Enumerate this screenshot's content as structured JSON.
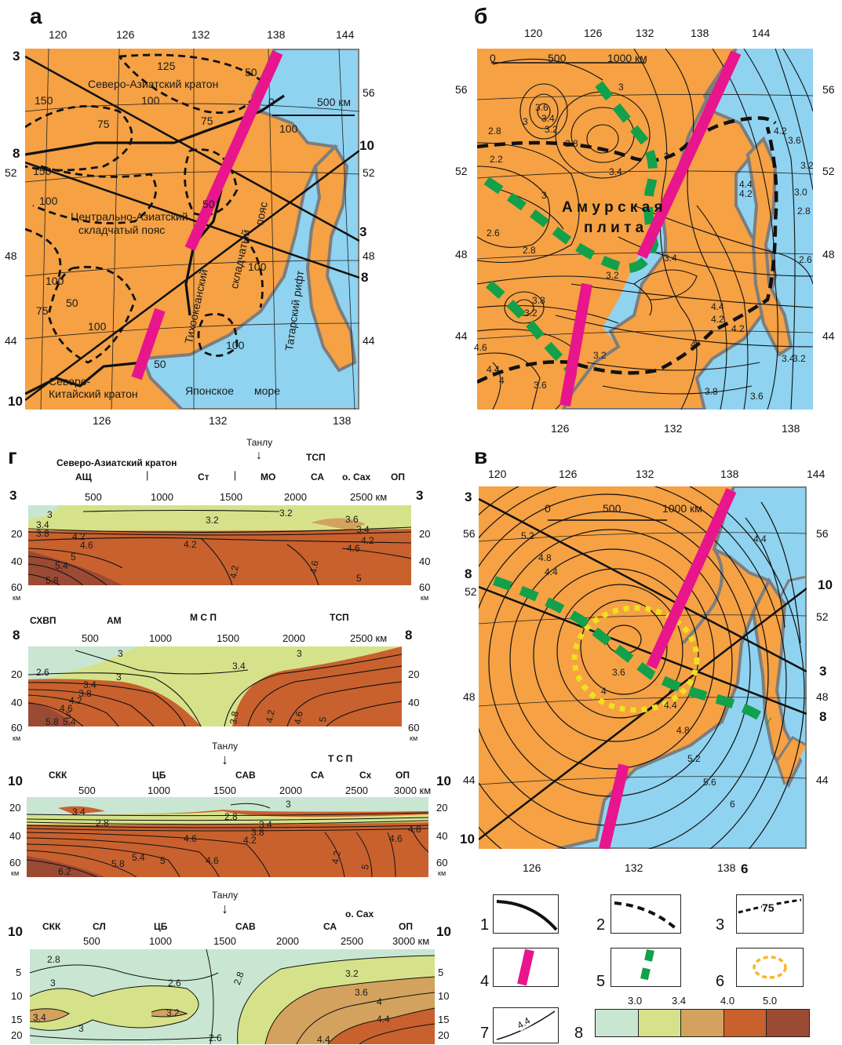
{
  "panels": {
    "a": {
      "letter": "а",
      "lon_top": [
        "120",
        "126",
        "132",
        "138",
        "144"
      ],
      "lon_bottom": [
        "126",
        "132",
        "138"
      ],
      "lat_left": [
        "52",
        "48",
        "44"
      ],
      "lat_right": [
        "56",
        "52",
        "48",
        "44"
      ],
      "profile_ends": {
        "p3": "3",
        "p8": "8",
        "p10": "10"
      },
      "scale": {
        "zero": "0",
        "end": "500 км"
      },
      "labels": {
        "nac": "Северо-Азиатский кратон",
        "cap1": "Центрально-Азиатский",
        "cap2": "складчатый пояс",
        "tsp1": "Тихоокеанский",
        "tsp2": "складчатый",
        "tsp3": "пояс",
        "tatar": "Татарский рифт",
        "nck1": "Северо-",
        "nck2": "Китайский кратон",
        "sea": "Японское",
        "sea2": "море"
      },
      "contours": [
        "125",
        "150",
        "100",
        "75",
        "50",
        "75",
        "150",
        "100",
        "100",
        "50",
        "75",
        "100",
        "100",
        "100",
        "50",
        "50",
        "100"
      ]
    },
    "b": {
      "letter": "б",
      "lon_top": [
        "120",
        "126",
        "132",
        "138",
        "144"
      ],
      "lon_bottom": [
        "126",
        "132",
        "138"
      ],
      "lat_left": [
        "56",
        "52",
        "48",
        "44"
      ],
      "lat_right": [
        "56",
        "52",
        "48",
        "44"
      ],
      "scale": {
        "zero": "0",
        "mid": "500",
        "end": "1000 км"
      },
      "labels": {
        "amur1": "А м у р с к а я",
        "amur2": "п л и т а"
      },
      "contours": [
        "3",
        "3.6",
        "3.4",
        "3.2",
        "2.8",
        "3",
        "2.8",
        "3.4",
        "3",
        "2.2",
        "2.6",
        "2.8",
        "3.2",
        "3",
        "3.4",
        "3.8",
        "3.2",
        "4.6",
        "4.4",
        "4",
        "3.6",
        "3.2",
        "4",
        "3.8",
        "4.4",
        "4.2",
        "4.2",
        "4.4",
        "4.2",
        "3.6",
        "3.2",
        "3.0",
        "2.8",
        "2.6",
        "3.2",
        "3.4",
        "3.6",
        "4.2"
      ]
    },
    "v": {
      "letter": "в",
      "lon_top": [
        "120",
        "126",
        "132",
        "138",
        "144"
      ],
      "lon_bottom": [
        "126",
        "132",
        "138"
      ],
      "lat_left": [
        "56",
        "52",
        "48",
        "44"
      ],
      "lat_right": [
        "56",
        "52",
        "48",
        "44"
      ],
      "profile_ends": {
        "p3": "3",
        "p8": "8",
        "p10": "10"
      },
      "scale": {
        "zero": "0",
        "mid": "500",
        "end": "1000 км"
      },
      "contours": [
        "5.2",
        "4.8",
        "4.4",
        "3.6",
        "4",
        "4.4",
        "4.8",
        "5.2",
        "5.6",
        "6",
        "4.4"
      ]
    },
    "g": {
      "letter": "г",
      "km": "км",
      "tanlu": "Танлу",
      "p3": {
        "end": "3",
        "head1": "Северо-Азиатский кратон",
        "segments": [
          "АЩ",
          "Ст",
          "МО",
          "СА",
          "о. Сах",
          "ОП"
        ],
        "tsp": "ТСП",
        "xticks": [
          "500",
          "1000",
          "1500",
          "2000",
          "2500 км"
        ],
        "depths": [
          "20",
          "40",
          "60"
        ],
        "contours": [
          "3",
          "3.4",
          "3.8",
          "3.2",
          "3.2",
          "3.6",
          "3.4",
          "4.2",
          "4.6",
          "4.2",
          "4.6",
          "4.2",
          "5",
          "5.4",
          "5.8",
          "4.2",
          "4.6",
          "5"
        ]
      },
      "p8": {
        "end": "8",
        "segments": [
          "СХВП",
          "АМ",
          "М С П",
          "ТСП"
        ],
        "xticks": [
          "500",
          "1000",
          "1500",
          "2000",
          "2500 км"
        ],
        "depths": [
          "20",
          "40",
          "60"
        ],
        "contours": [
          "3",
          "2.6",
          "3",
          "3.4",
          "3",
          "3.4",
          "3.8",
          "4.2",
          "4.6",
          "5",
          "5.4",
          "5.8",
          "3.8",
          "4.2",
          "4.6",
          "5"
        ]
      },
      "p10": {
        "end": "10",
        "segments": [
          "СКК",
          "ЦБ",
          "САВ",
          "СА",
          "Сх",
          "ОП"
        ],
        "tsp": "Т С П",
        "xticks": [
          "500",
          "1000",
          "1500",
          "2000",
          "2500",
          "3000 км"
        ],
        "depths": [
          "20",
          "40",
          "60"
        ],
        "contours": [
          "3.4",
          "2.8",
          "3",
          "2.8",
          "3.4",
          "3.8",
          "4.2",
          "4.6",
          "5",
          "5.4",
          "5.8",
          "6.2",
          "4.6",
          "4.2",
          "4.6",
          "4.8",
          "5"
        ]
      },
      "p10b": {
        "end": "10",
        "segments": [
          "СКК",
          "СЛ",
          "ЦБ",
          "САВ",
          "СА",
          "о. Сах",
          "ОП"
        ],
        "xticks": [
          "500",
          "1000",
          "1500",
          "2000",
          "2500",
          "3000 км"
        ],
        "depths": [
          "5",
          "10",
          "15",
          "20"
        ],
        "contours": [
          "2.8",
          "3",
          "2.6",
          "3.2",
          "3.4",
          "3",
          "2.6",
          "2.8",
          "3.2",
          "3.6",
          "4",
          "4.4",
          "4.4"
        ]
      }
    }
  },
  "legend": {
    "items": [
      "1",
      "2",
      "3",
      "4",
      "5",
      "6",
      "7",
      "8"
    ],
    "label3": "75",
    "label7": "4.4",
    "scale_values": [
      "3.0",
      "3.4",
      "4.0",
      "5.0"
    ],
    "scale_colors": [
      "#c9e6d2",
      "#d6e28a",
      "#d2a25e",
      "#c8612e",
      "#9b4a34"
    ]
  },
  "colors": {
    "land": "#f5a144",
    "sea": "#8fd3f0",
    "coast": "#7d7d7d",
    "magenta": "#e8158c",
    "green": "#13a04a",
    "yellow": "#f0e01e"
  }
}
